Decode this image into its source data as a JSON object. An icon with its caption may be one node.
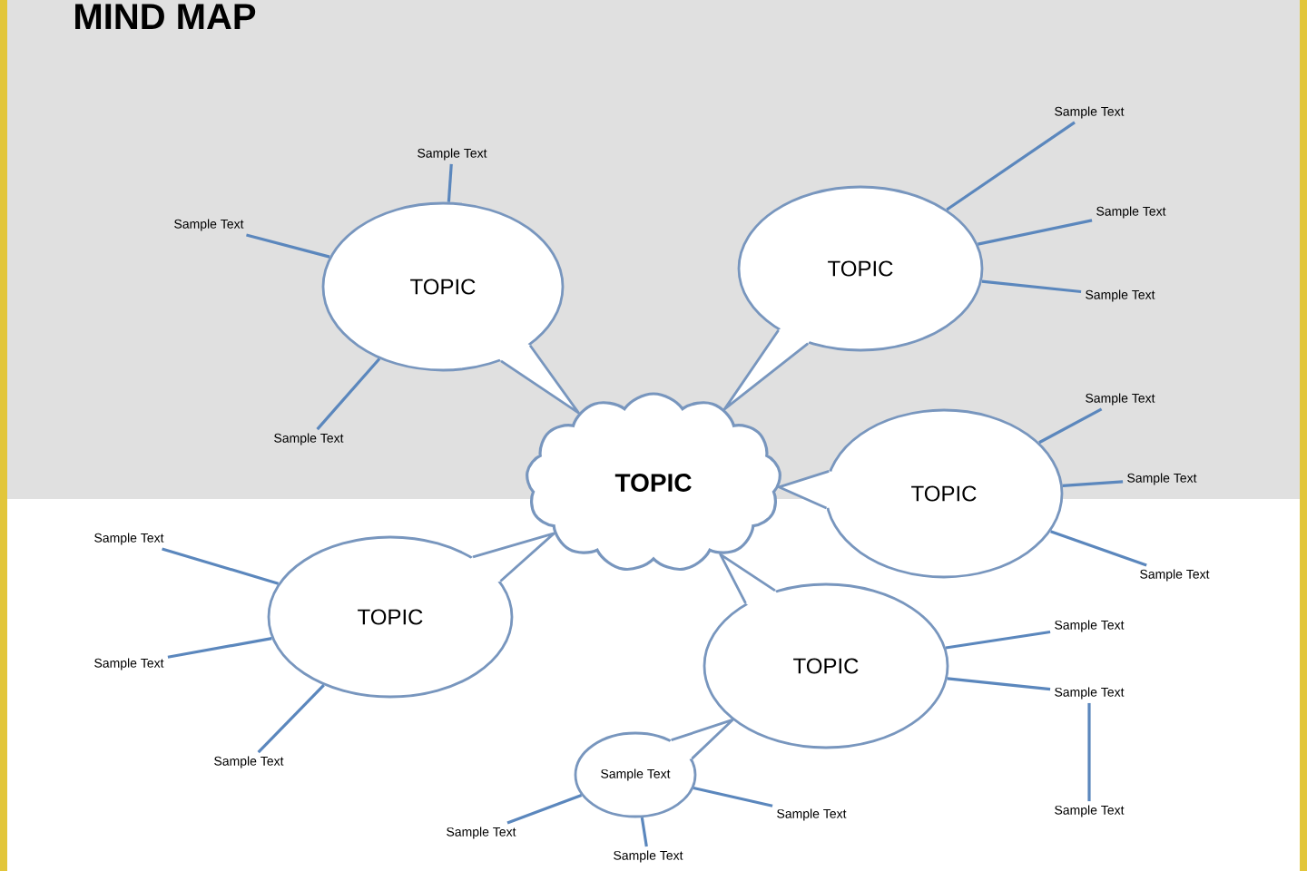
{
  "diagram": {
    "title": "MIND MAP",
    "nodes": [
      {
        "text": [
          "TOPIC"
        ]
      },
      {
        "text": [
          "TOPIC"
        ]
      },
      {
        "text": [
          "TOPIC"
        ]
      },
      {
        "text": [
          "TOPIC"
        ]
      },
      {
        "text": [
          "TOPIC"
        ]
      },
      {
        "text": [
          "TOPIC"
        ]
      },
      {
        "text": [
          "Sample Text"
        ]
      },
      {
        "text": [
          "Sample Text"
        ]
      },
      {
        "text": [
          "Sample Text"
        ]
      },
      {
        "text": [
          "Sample Text"
        ]
      },
      {
        "text": [
          "Sample Text"
        ]
      },
      {
        "text": [
          "Sample Text"
        ]
      },
      {
        "text": [
          "Sample Text"
        ]
      },
      {
        "text": [
          "Sample Text"
        ]
      },
      {
        "text": [
          "Sample Text"
        ]
      },
      {
        "text": [
          "Sample Text"
        ]
      },
      {
        "text": [
          "Sample Text"
        ]
      },
      {
        "text": [
          "Sample Text"
        ]
      },
      {
        "text": [
          "Sample Text"
        ]
      },
      {
        "text": [
          "Sample Text"
        ]
      },
      {
        "text": [
          "Sample Text"
        ]
      },
      {
        "text": [
          "Sample Text"
        ]
      },
      {
        "text": [
          "Sample Text"
        ]
      },
      {
        "text": [
          "Sample Text"
        ]
      },
      {
        "text": [
          "Sample Text"
        ]
      }
    ],
    "edges": [
      {
        "from": 1,
        "to": 7,
        "arrow": "none"
      },
      {
        "from": 1,
        "to": 8,
        "arrow": "none"
      },
      {
        "from": 1,
        "to": 9,
        "arrow": "none"
      },
      {
        "from": 2,
        "to": 10,
        "arrow": "none"
      },
      {
        "from": 2,
        "to": 11,
        "arrow": "none"
      },
      {
        "from": 2,
        "to": 12,
        "arrow": "none"
      },
      {
        "from": 3,
        "to": 13,
        "arrow": "none"
      },
      {
        "from": 3,
        "to": 14,
        "arrow": "none"
      },
      {
        "from": 3,
        "to": 15,
        "arrow": "none"
      },
      {
        "from": 4,
        "to": 16,
        "arrow": "none"
      },
      {
        "from": 4,
        "to": 17,
        "arrow": "none"
      },
      {
        "from": 4,
        "to": 18,
        "arrow": "none"
      },
      {
        "from": 5,
        "to": 19,
        "arrow": "none"
      },
      {
        "from": 5,
        "to": 20,
        "arrow": "none"
      },
      {
        "from": 20,
        "to": 21,
        "arrow": "none"
      },
      {
        "from": 6,
        "to": 22,
        "arrow": "none"
      },
      {
        "from": 6,
        "to": 23,
        "arrow": "none"
      },
      {
        "from": 6,
        "to": 24,
        "arrow": "none"
      }
    ]
  }
}
